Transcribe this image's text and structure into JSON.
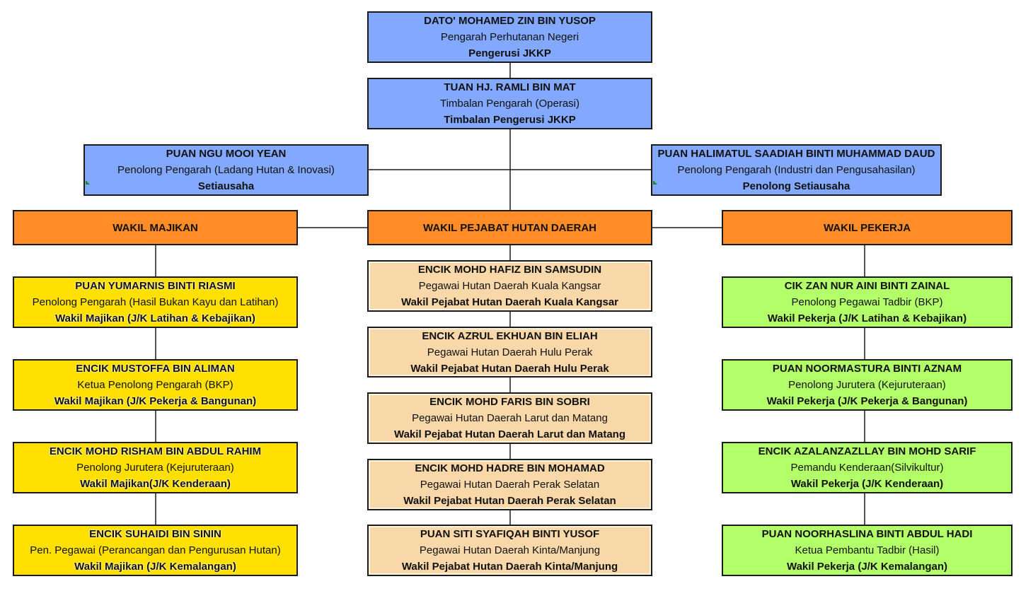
{
  "chairman": {
    "name": "DATO' MOHAMED ZIN BIN YUSOP",
    "role": "Pengarah Perhutanan Negeri",
    "position": "Pengerusi JKKP"
  },
  "deputy": {
    "name": "TUAN HJ. RAMLI BIN MAT",
    "role": "Timbalan Pengarah (Operasi)",
    "position": "Timbalan Pengerusi JKKP"
  },
  "secretary": {
    "name": "PUAN NGU MOOI YEAN",
    "role": "Penolong Pengarah (Ladang Hutan & Inovasi)",
    "position": "Setiausaha"
  },
  "assistant_secretary": {
    "name": "PUAN HALIMATUL SAADIAH BINTI MUHAMMAD DAUD",
    "role": "Penolong Pengarah (Industri dan Pengusahasilan)",
    "position": "Penolong Setiausaha"
  },
  "groups": {
    "employer": "WAKIL MAJIKAN",
    "district": "WAKIL PEJABAT HUTAN DAERAH",
    "employee": "WAKIL PEKERJA"
  },
  "employer_members": [
    {
      "name": "PUAN YUMARNIS BINTI RIASMI",
      "role": "Penolong Pengarah (Hasil Bukan Kayu dan Latihan)",
      "position": "Wakil Majikan (J/K Latihan & Kebajikan)"
    },
    {
      "name": "ENCIK MUSTOFFA BIN ALIMAN",
      "role": "Ketua Penolong Pengarah (BKP)",
      "position": "Wakil Majikan (J/K Pekerja & Bangunan)"
    },
    {
      "name": "ENCIK MOHD RISHAM BIN ABDUL RAHIM",
      "role": "Penolong Jurutera (Kejuruteraan)",
      "position": "Wakil Majikan(J/K  Kenderaan)"
    },
    {
      "name": "ENCIK SUHAIDI BIN SININ",
      "role": "Pen. Pegawai (Perancangan dan Pengurusan Hutan)",
      "position": "Wakil Majikan (J/K Kemalangan)"
    }
  ],
  "district_members": [
    {
      "name": "ENCIK MOHD HAFIZ BIN SAMSUDIN",
      "role": "Pegawai Hutan Daerah Kuala Kangsar",
      "position": "Wakil Pejabat Hutan Daerah Kuala Kangsar"
    },
    {
      "name": "ENCIK AZRUL EKHUAN BIN ELIAH",
      "role": "Pegawai Hutan Daerah Hulu Perak",
      "position": "Wakil Pejabat Hutan Daerah Hulu Perak"
    },
    {
      "name": "ENCIK MOHD FARIS BIN SOBRI",
      "role": "Pegawai Hutan Daerah Larut dan Matang",
      "position": "Wakil Pejabat Hutan Daerah Larut dan Matang"
    },
    {
      "name": "ENCIK MOHD HADRE BIN MOHAMAD",
      "role": "Pegawai Hutan Daerah Perak Selatan",
      "position": "Wakil Pejabat Hutan Daerah Perak Selatan"
    },
    {
      "name": "PUAN SITI SYAFIQAH BINTI YUSOF",
      "role": "Pegawai Hutan Daerah Kinta/Manjung",
      "position": "Wakil Pejabat Hutan Daerah Kinta/Manjung"
    }
  ],
  "employee_members": [
    {
      "name": "CIK ZAN NUR AINI BINTI ZAINAL",
      "role": "Penolong Pegawai Tadbir (BKP)",
      "position": "Wakil Pekerja (J/K Latihan & Kebajikan)"
    },
    {
      "name": "PUAN NOORMASTURA BINTI AZNAM",
      "role": "Penolong Jurutera (Kejuruteraan)",
      "position": "Wakil Pekerja (J/K Pekerja & Bangunan)"
    },
    {
      "name": "ENCIK AZALANZAZLLAY BIN MOHD SARIF",
      "role": "Pemandu Kenderaan(Silvikultur)",
      "position": "Wakil Pekerja (J/K Kenderaan)"
    },
    {
      "name": "PUAN NOORHASLINA BINTI ABDUL HADI",
      "role": "Ketua Pembantu Tadbir (Hasil)",
      "position": "Wakil Pekerja (J/K Kemalangan)"
    }
  ],
  "colors": {
    "leadership": "#82a8ff",
    "group_header": "#ff8c26",
    "employer": "#ffe000",
    "district": "#f8d8a8",
    "employee": "#b2ff6a",
    "line": "#1a1a1a"
  }
}
